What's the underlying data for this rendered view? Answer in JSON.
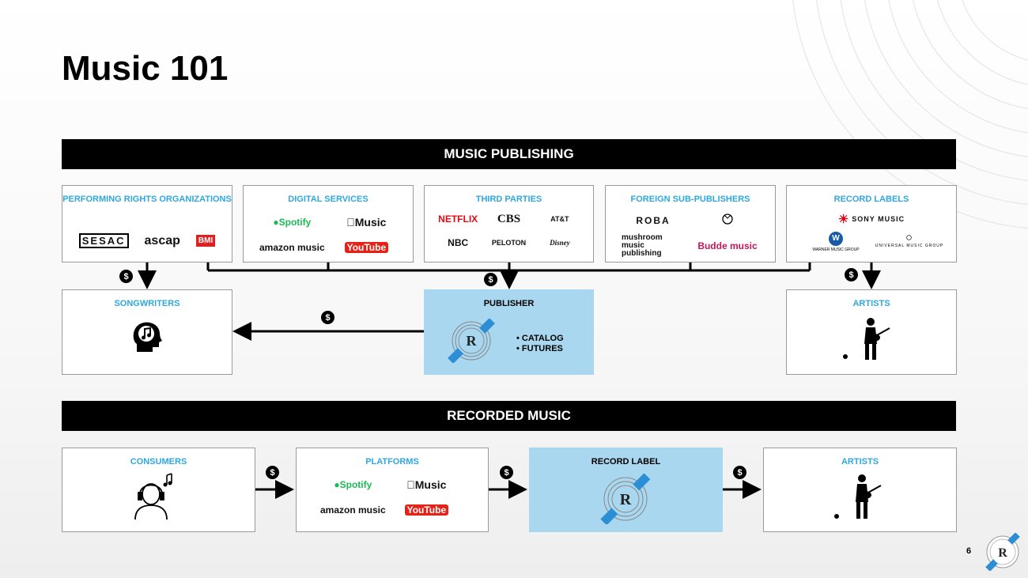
{
  "title": "Music 101",
  "page_number": "6",
  "publishing": {
    "header": "MUSIC PUBLISHING",
    "boxes": {
      "pro": {
        "label": "PERFORMING RIGHTS ORGANIZATIONS",
        "logos": [
          "SESAC",
          "ascap",
          "BMI"
        ]
      },
      "digital": {
        "label": "DIGITAL SERVICES",
        "logos": [
          "Spotify",
          "Music",
          "amazon music",
          "YouTube"
        ]
      },
      "third": {
        "label": "THIRD PARTIES",
        "logos": [
          "NETFLIX",
          "CBS",
          "AT&T",
          "NBC",
          "PELOTON",
          "Disney"
        ]
      },
      "foreign": {
        "label": "FOREIGN SUB-PUBLISHERS",
        "logos": [
          "ROBA",
          "mushroom music publishing",
          "Budde music"
        ]
      },
      "labels": {
        "label": "RECORD LABELS",
        "logos": [
          "SONY MUSIC",
          "WARNER MUSIC GROUP",
          "UNIVERSAL MUSIC GROUP"
        ]
      }
    },
    "songwriters": {
      "label": "SONGWRITERS"
    },
    "publisher": {
      "label": "PUBLISHER",
      "items": [
        "CATALOG",
        "FUTURES"
      ]
    },
    "artists": {
      "label": "ARTISTS"
    }
  },
  "recorded": {
    "header": "RECORDED MUSIC",
    "consumers": {
      "label": "CONSUMERS"
    },
    "platforms": {
      "label": "PLATFORMS",
      "logos": [
        "Spotify",
        "Music",
        "amazon music",
        "YouTube"
      ]
    },
    "record_label": {
      "label": "RECORD LABEL"
    },
    "artists": {
      "label": "ARTISTS"
    }
  },
  "money_symbol": "$",
  "colors": {
    "accent": "#2fa8df",
    "highlight": "#a9d7ef",
    "brand_blue": "#2c8fd6"
  }
}
